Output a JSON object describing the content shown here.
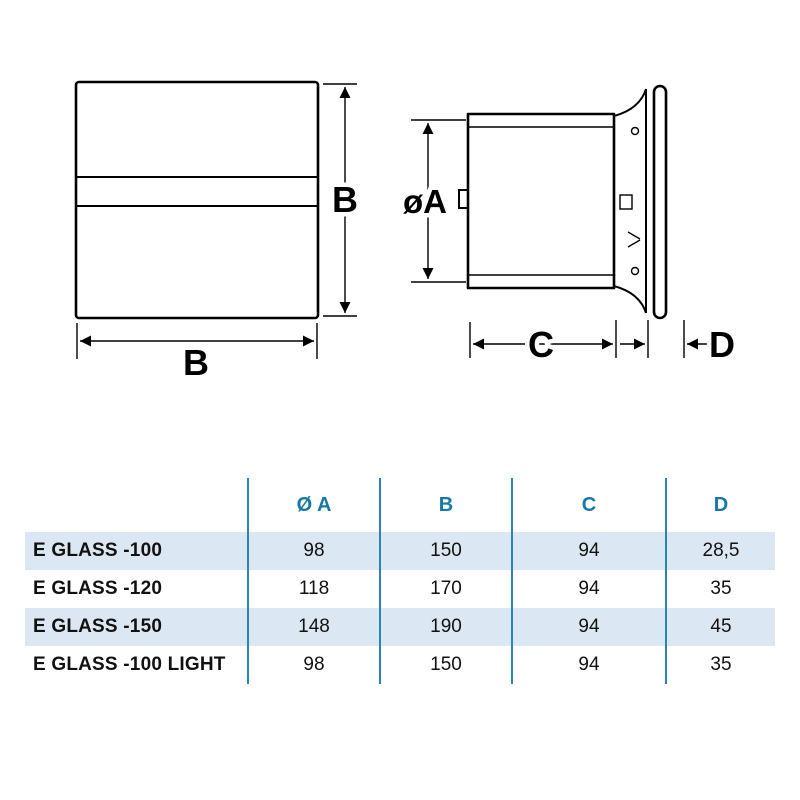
{
  "drawing": {
    "labels": {
      "front_height": "B",
      "front_width": "B",
      "diameter": "øA",
      "body_depth": "C",
      "panel_depth": "D"
    }
  },
  "table": {
    "headers": [
      "Ø A",
      "B",
      "C",
      "D"
    ],
    "rows": [
      {
        "name": "E GLASS -100",
        "values": [
          "98",
          "150",
          "94",
          "28,5"
        ]
      },
      {
        "name": "E GLASS -120",
        "values": [
          "118",
          "170",
          "94",
          "35"
        ]
      },
      {
        "name": "E GLASS -150",
        "values": [
          "148",
          "190",
          "94",
          "45"
        ]
      },
      {
        "name": "E GLASS -100 LIGHT",
        "values": [
          "98",
          "150",
          "94",
          "35"
        ]
      }
    ],
    "colors": {
      "header_text": "#1778a8",
      "row_stripe": "#dbe8f4",
      "column_separator": "#2a85b5"
    }
  }
}
